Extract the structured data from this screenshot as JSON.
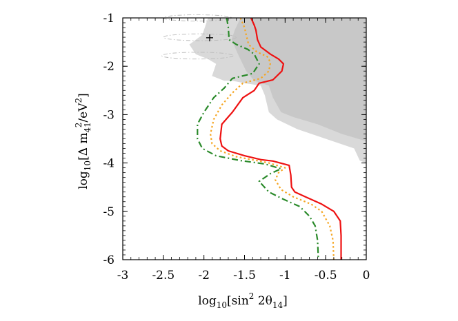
{
  "chart_data": {
    "type": "line",
    "xlabel_parts": [
      "log",
      "10",
      "[sin",
      "2",
      " 2θ",
      "14",
      "]"
    ],
    "ylabel_parts": [
      "log",
      "10",
      "[Δ m",
      "41",
      "2",
      "/eV",
      "2",
      "]"
    ],
    "xlim": [
      -3,
      0
    ],
    "ylim": [
      -6,
      -1
    ],
    "xticks": [
      -3,
      -2.5,
      -2,
      -1.5,
      -1,
      -0.5,
      0
    ],
    "xtick_labels": [
      "-3",
      "-2.5",
      "-2",
      "-1.5",
      "-1",
      "-0.5",
      "0"
    ],
    "yticks": [
      -6,
      -5,
      -4,
      -3,
      -2,
      -1
    ],
    "ytick_labels": [
      "-6",
      "-5",
      "-4",
      "-3",
      "-2",
      "-1"
    ],
    "grid": false,
    "series": [
      {
        "style": "solid",
        "color": "#ee1111",
        "points": [
          [
            -1.42,
            -1.0
          ],
          [
            -1.38,
            -1.15
          ],
          [
            -1.36,
            -1.25
          ],
          [
            -1.34,
            -1.45
          ],
          [
            -1.3,
            -1.6
          ],
          [
            -1.18,
            -1.75
          ],
          [
            -1.08,
            -1.85
          ],
          [
            -1.02,
            -1.95
          ],
          [
            -1.04,
            -2.1
          ],
          [
            -1.15,
            -2.28
          ],
          [
            -1.32,
            -2.35
          ],
          [
            -1.38,
            -2.5
          ],
          [
            -1.52,
            -2.65
          ],
          [
            -1.65,
            -2.95
          ],
          [
            -1.78,
            -3.2
          ],
          [
            -1.8,
            -3.5
          ],
          [
            -1.78,
            -3.65
          ],
          [
            -1.7,
            -3.75
          ],
          [
            -1.5,
            -3.85
          ],
          [
            -1.3,
            -3.93
          ],
          [
            -1.15,
            -3.96
          ],
          [
            -0.95,
            -4.05
          ],
          [
            -0.93,
            -4.25
          ],
          [
            -0.92,
            -4.5
          ],
          [
            -0.88,
            -4.6
          ],
          [
            -0.75,
            -4.7
          ],
          [
            -0.55,
            -4.85
          ],
          [
            -0.4,
            -5.0
          ],
          [
            -0.32,
            -5.2
          ],
          [
            -0.31,
            -5.5
          ],
          [
            -0.31,
            -6.0
          ]
        ]
      },
      {
        "style": "dotted",
        "color": "#f5a623",
        "points": [
          [
            -1.55,
            -1.0
          ],
          [
            -1.5,
            -1.2
          ],
          [
            -1.48,
            -1.35
          ],
          [
            -1.45,
            -1.55
          ],
          [
            -1.35,
            -1.7
          ],
          [
            -1.22,
            -1.8
          ],
          [
            -1.18,
            -1.92
          ],
          [
            -1.2,
            -2.1
          ],
          [
            -1.3,
            -2.25
          ],
          [
            -1.52,
            -2.35
          ],
          [
            -1.65,
            -2.55
          ],
          [
            -1.78,
            -2.8
          ],
          [
            -1.88,
            -3.1
          ],
          [
            -1.92,
            -3.4
          ],
          [
            -1.9,
            -3.6
          ],
          [
            -1.8,
            -3.75
          ],
          [
            -1.6,
            -3.87
          ],
          [
            -1.35,
            -3.95
          ],
          [
            -1.2,
            -4.0
          ],
          [
            -1.0,
            -4.1
          ],
          [
            -1.08,
            -4.2
          ],
          [
            -1.12,
            -4.35
          ],
          [
            -1.05,
            -4.55
          ],
          [
            -0.9,
            -4.7
          ],
          [
            -0.68,
            -4.85
          ],
          [
            -0.55,
            -5.0
          ],
          [
            -0.45,
            -5.3
          ],
          [
            -0.41,
            -5.6
          ],
          [
            -0.4,
            -6.0
          ]
        ]
      },
      {
        "style": "dashdot",
        "color": "#2a8a2a",
        "points": [
          [
            -1.72,
            -1.0
          ],
          [
            -1.7,
            -1.2
          ],
          [
            -1.69,
            -1.45
          ],
          [
            -1.6,
            -1.55
          ],
          [
            -1.46,
            -1.65
          ],
          [
            -1.38,
            -1.75
          ],
          [
            -1.32,
            -1.95
          ],
          [
            -1.4,
            -2.15
          ],
          [
            -1.65,
            -2.25
          ],
          [
            -1.75,
            -2.45
          ],
          [
            -1.88,
            -2.65
          ],
          [
            -2.0,
            -2.95
          ],
          [
            -2.08,
            -3.2
          ],
          [
            -2.08,
            -3.5
          ],
          [
            -2.02,
            -3.7
          ],
          [
            -1.85,
            -3.85
          ],
          [
            -1.55,
            -3.95
          ],
          [
            -1.25,
            -4.02
          ],
          [
            -1.05,
            -4.12
          ],
          [
            -1.18,
            -4.22
          ],
          [
            -1.32,
            -4.38
          ],
          [
            -1.2,
            -4.6
          ],
          [
            -1.02,
            -4.75
          ],
          [
            -0.82,
            -4.9
          ],
          [
            -0.7,
            -5.1
          ],
          [
            -0.63,
            -5.3
          ],
          [
            -0.6,
            -5.6
          ],
          [
            -0.59,
            -6.0
          ]
        ]
      }
    ],
    "regions": [
      {
        "fill": "#d9d9d9",
        "points": [
          [
            -1.95,
            -1.0
          ],
          [
            -2.02,
            -1.35
          ],
          [
            -2.18,
            -1.55
          ],
          [
            -2.1,
            -1.75
          ],
          [
            -1.95,
            -1.85
          ],
          [
            -1.85,
            -1.95
          ],
          [
            -1.9,
            -2.2
          ],
          [
            -1.75,
            -2.3
          ],
          [
            -1.65,
            -2.3
          ],
          [
            -1.5,
            -2.35
          ],
          [
            -1.3,
            -2.4
          ],
          [
            -1.25,
            -2.6
          ],
          [
            -1.2,
            -2.95
          ],
          [
            -1.1,
            -3.1
          ],
          [
            -0.85,
            -3.3
          ],
          [
            -0.5,
            -3.5
          ],
          [
            -0.15,
            -3.7
          ],
          [
            -0.08,
            -3.95
          ],
          [
            0,
            -4.0
          ],
          [
            0,
            -1.0
          ]
        ]
      },
      {
        "fill": "#c8c8c8",
        "points": [
          [
            -1.55,
            -1.0
          ],
          [
            -1.62,
            -1.25
          ],
          [
            -1.66,
            -1.45
          ],
          [
            -1.58,
            -1.75
          ],
          [
            -1.48,
            -2.1
          ],
          [
            -1.38,
            -2.3
          ],
          [
            -1.2,
            -2.4
          ],
          [
            -1.15,
            -2.65
          ],
          [
            -1.05,
            -2.95
          ],
          [
            -0.9,
            -3.05
          ],
          [
            -0.6,
            -3.2
          ],
          [
            -0.3,
            -3.4
          ],
          [
            -0.1,
            -3.5
          ],
          [
            0,
            -3.55
          ],
          [
            0,
            -1.0
          ]
        ]
      }
    ],
    "islands": [
      {
        "cx": -2.08,
        "cy": -1.0,
        "rx": 0.42,
        "ry": 0.065
      },
      {
        "cx": -2.05,
        "cy": -1.4,
        "rx": 0.45,
        "ry": 0.07
      },
      {
        "cx": -2.08,
        "cy": -1.78,
        "rx": 0.44,
        "ry": 0.07
      }
    ],
    "marker": {
      "x": -1.93,
      "y": -1.4,
      "symbol": "+"
    }
  }
}
